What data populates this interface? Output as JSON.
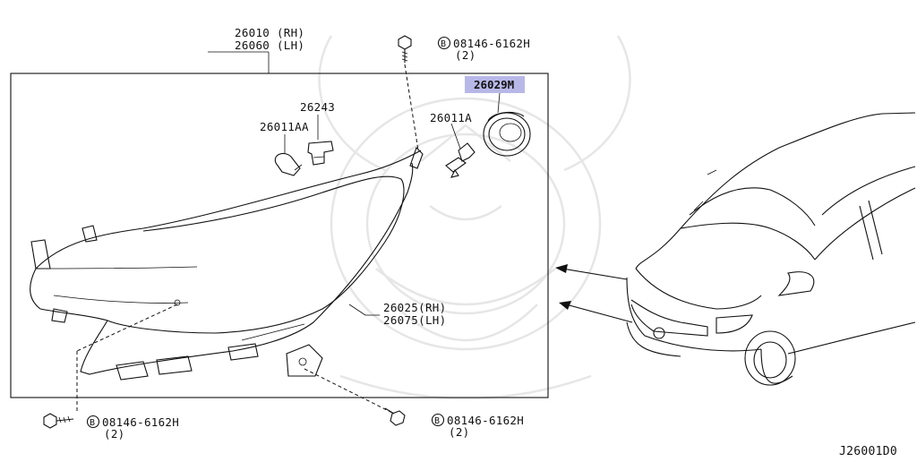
{
  "frame_label": {
    "line1": "26010 (RH)",
    "line2": "26060 (LH)"
  },
  "bolt_callouts": [
    {
      "id": "top",
      "circle": "B",
      "part": "08146-6162H",
      "qty": "(2)"
    },
    {
      "id": "bottom-left",
      "circle": "B",
      "part": "08146-6162H",
      "qty": "(2)"
    },
    {
      "id": "bottom-right",
      "circle": "B",
      "part": "08146-6162H",
      "qty": "(2)"
    }
  ],
  "parts": [
    {
      "id": "cap",
      "number": "26029M",
      "highlighted": true
    },
    {
      "id": "socket",
      "number": "26243"
    },
    {
      "id": "side-bulb",
      "number": "26011AA"
    },
    {
      "id": "main-bulb",
      "number": "26011A"
    },
    {
      "id": "lens",
      "line1": "26025(RH)",
      "line2": "26075(LH)"
    }
  ],
  "diagram_code": "J26001D0",
  "colors": {
    "highlight": "#b8b8e8",
    "line": "#111111",
    "watermark": "#e6e6e6"
  }
}
